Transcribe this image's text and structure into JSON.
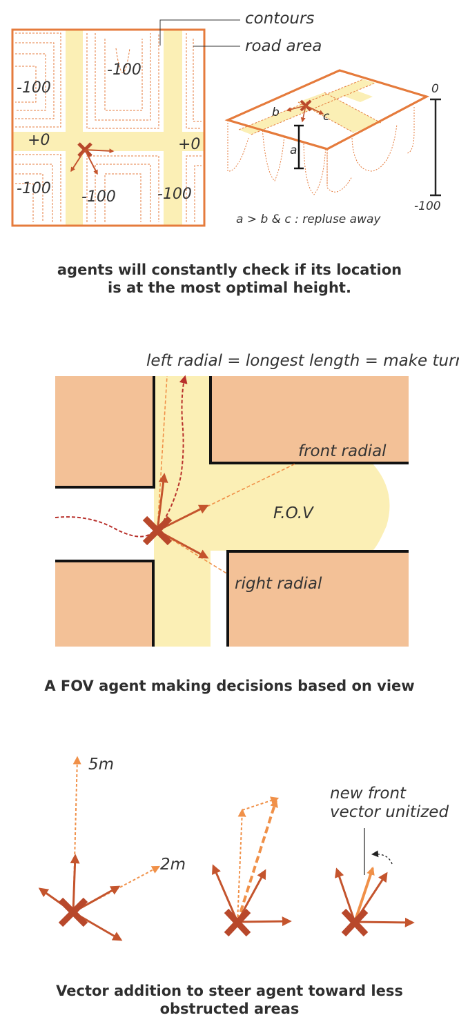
{
  "colors": {
    "road": "#fbefb5",
    "block": "#f3c197",
    "border": "#e57b3c",
    "contour": "#e57b3c",
    "agent": "#b8482b",
    "vector": "#c4542d",
    "vector_light": "#f09048",
    "path": "#b8302b",
    "wall": "#111111",
    "text": "#333333"
  },
  "panel1": {
    "label_contours": "contours",
    "label_road_area": "road area",
    "heights": [
      "-100",
      "-100",
      "+0",
      "+0",
      "-100",
      "-100",
      "-100"
    ],
    "block_labels": [
      "b",
      "c",
      "a"
    ],
    "scale_top": "0",
    "scale_bottom": "-100",
    "formula": "a > b & c  : repluse away",
    "caption_line1": "agents will constantly check if its location",
    "caption_line2": "is at the most optimal height."
  },
  "panel2": {
    "label_left_radial": "left radial = longest length = make turn",
    "label_front_radial": "front radial",
    "label_fov": "F.O.V",
    "label_right_radial": "right radial",
    "caption": "A FOV agent making decisions based on view"
  },
  "panel3": {
    "label_5m": "5m",
    "label_2m": "2m",
    "label_new_front_1": "new front",
    "label_new_front_2": "vector unitized",
    "caption_line1": "Vector addition to steer agent toward less",
    "caption_line2": "obstructed areas"
  }
}
